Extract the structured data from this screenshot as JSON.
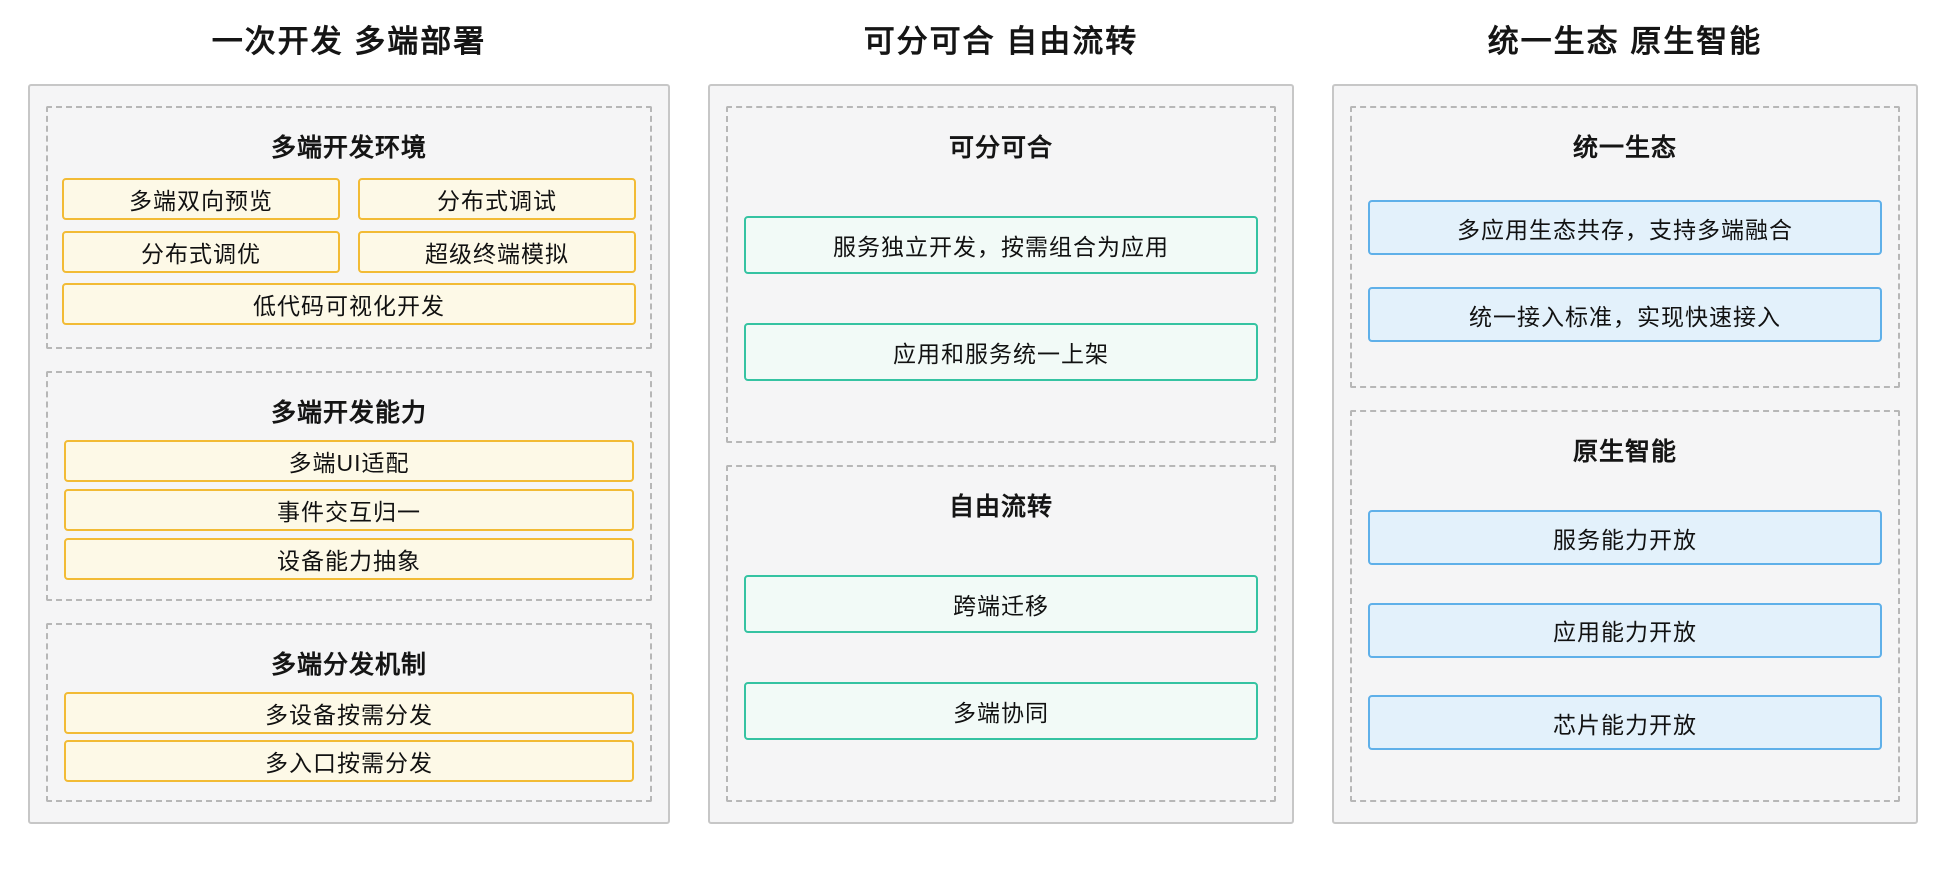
{
  "columns": [
    {
      "title": "一次开发 多端部署",
      "theme": {
        "box_border": "#f2bb35",
        "box_bg": "#fdf9e7"
      },
      "sections": [
        {
          "header": "多端开发环境",
          "boxes": [
            "多端双向预览",
            "分布式调试",
            "分布式调优",
            "超级终端模拟",
            "低代码可视化开发"
          ]
        },
        {
          "header": "多端开发能力",
          "boxes": [
            "多端UI适配",
            "事件交互归一",
            "设备能力抽象"
          ]
        },
        {
          "header": "多端分发机制",
          "boxes": [
            "多设备按需分发",
            "多入口按需分发"
          ]
        }
      ]
    },
    {
      "title": "可分可合 自由流转",
      "theme": {
        "box_border": "#35c3a2",
        "box_bg": "#f2faf7"
      },
      "sections": [
        {
          "header": "可分可合",
          "boxes": [
            "服务独立开发，按需组合为应用",
            "应用和服务统一上架"
          ]
        },
        {
          "header": "自由流转",
          "boxes": [
            "跨端迁移",
            "多端协同"
          ]
        }
      ]
    },
    {
      "title": "统一生态 原生智能",
      "theme": {
        "box_border": "#5fb0e9",
        "box_bg": "#e3f1fb"
      },
      "sections": [
        {
          "header": "统一生态",
          "boxes": [
            "多应用生态共存，支持多端融合",
            "统一接入标准，实现快速接入"
          ]
        },
        {
          "header": "原生智能",
          "boxes": [
            "服务能力开放",
            "应用能力开放",
            "芯片能力开放"
          ]
        }
      ]
    }
  ],
  "panel_colors": {
    "background": "#f5f5f6",
    "border": "#c7c7c7",
    "dashed_border": "#b7b7b7"
  }
}
